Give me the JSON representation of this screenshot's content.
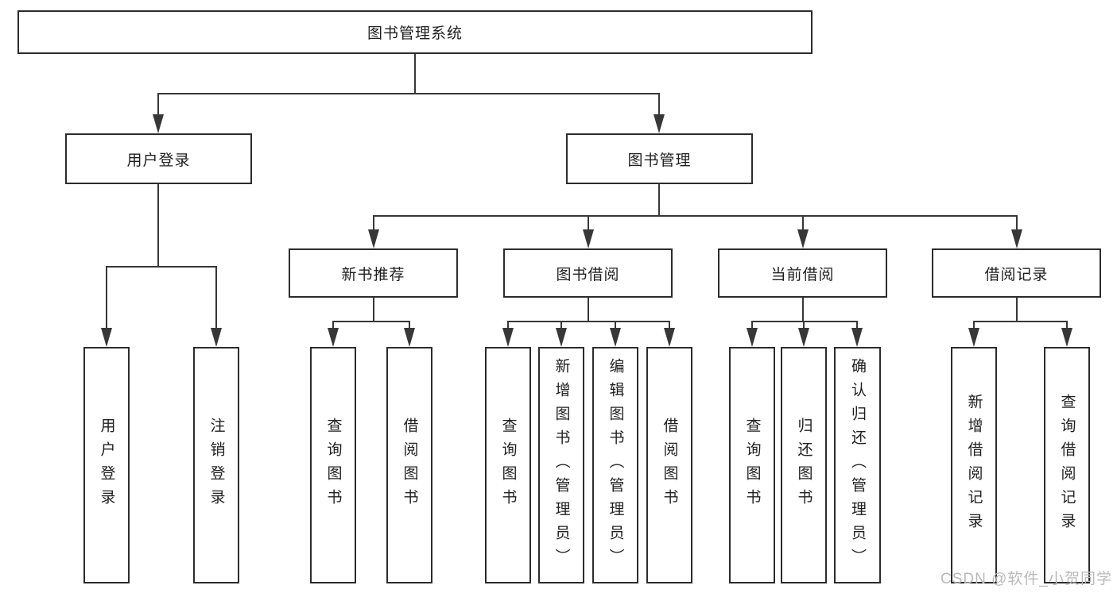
{
  "diagram": {
    "title_note": "library management system functional structure",
    "root": {
      "label": "图书管理系统"
    },
    "level2": [
      {
        "label": "用户登录"
      },
      {
        "label": "图书管理"
      }
    ],
    "level3": [
      {
        "label": "新书推荐"
      },
      {
        "label": "图书借阅"
      },
      {
        "label": "当前借阅"
      },
      {
        "label": "借阅记录"
      }
    ],
    "leaves": {
      "login": [
        {
          "label": "用户登录"
        },
        {
          "label": "注销登录"
        }
      ],
      "recommend": [
        {
          "label": "查询图书"
        },
        {
          "label": "借阅图书"
        }
      ],
      "borrow": [
        {
          "label": "查询图书"
        },
        {
          "label": "新增图书（管理员）"
        },
        {
          "label": "编辑图书（管理员）"
        },
        {
          "label": "借阅图书"
        }
      ],
      "current": [
        {
          "label": "查询图书"
        },
        {
          "label": "归还图书"
        },
        {
          "label": "确认归还（管理员）"
        }
      ],
      "records": [
        {
          "label": "新增借阅记录"
        },
        {
          "label": "查询借阅记录"
        }
      ]
    }
  },
  "watermark": {
    "text": "CSDN @软件_小贺同学"
  },
  "colors": {
    "background": "#ffffff",
    "line": "#373737",
    "border": "#2c2c2c",
    "text": "#1f1f1f",
    "watermark": "#b9b9b9"
  }
}
